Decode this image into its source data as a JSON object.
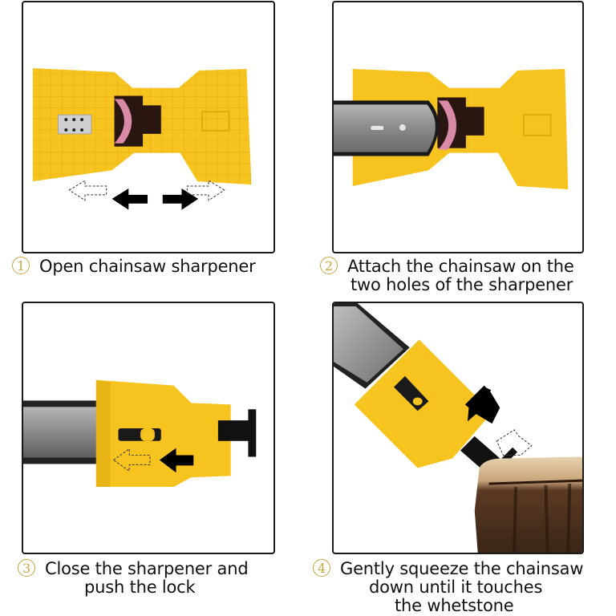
{
  "title": "Chainsaw sharpener usage instructions",
  "colors": {
    "sharpener_yellow": "#f7c41f",
    "whetstone_pink": "#d98aa6",
    "bar_gray": "#8d8d8d",
    "badge_gold": "#c9a640",
    "border": "#1a1a1a"
  },
  "steps": [
    {
      "number": "1",
      "badge": "①",
      "lines": [
        "Open chainsaw sharpener"
      ],
      "illustration": "open-sharpener-with-outward-arrows"
    },
    {
      "number": "2",
      "badge": "②",
      "lines": [
        "Attach the chainsaw on the",
        "two holes of the sharpener"
      ],
      "illustration": "chainsaw-bar-placed-on-open-sharpener"
    },
    {
      "number": "3",
      "badge": "③",
      "lines": [
        "Close the sharpener and",
        "push the lock"
      ],
      "illustration": "closed-sharpener-on-bar-with-lock-arrow"
    },
    {
      "number": "4",
      "badge": "④",
      "lines": [
        "Gently squeeze the chainsaw",
        "down until it touches",
        "the whetstone"
      ],
      "illustration": "sharpener-pressed-against-tree-stump"
    }
  ]
}
